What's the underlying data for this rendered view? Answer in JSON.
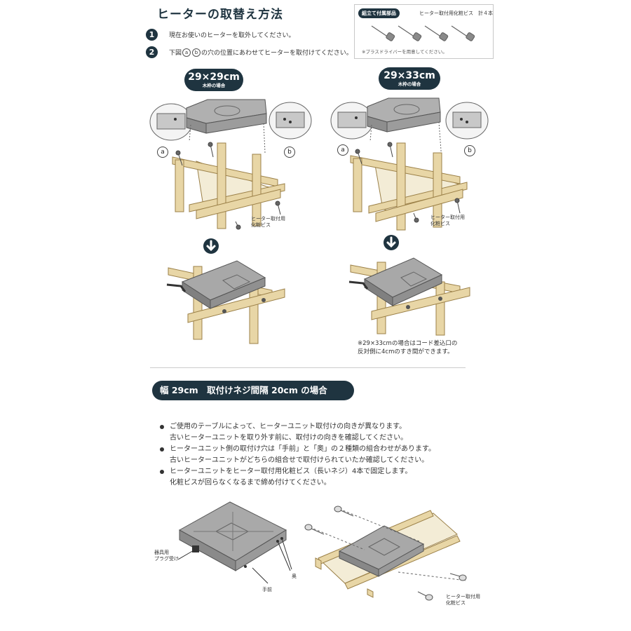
{
  "header": {
    "title": "ヒーターの取替え方法",
    "steps": [
      {
        "num": "1",
        "text": "現在お使いのヒーターを取外してください。"
      },
      {
        "num": "2",
        "text_before": "下図",
        "text_a": "a",
        "text_b": "b",
        "text_after": "の穴の位置にあわせてヒーターを取付けてください。"
      }
    ]
  },
  "parts_box": {
    "tag": "組立て付属部品",
    "name": "ヒーター取付用化粧ビス　計４本",
    "note": "※プラスドライバーを用意してください。"
  },
  "left_panel": {
    "size": "29×29cm",
    "sub": "木枠の場合",
    "tag_a": "a",
    "tag_b": "b",
    "screw_label_1": "ヒーター取付用",
    "screw_label_2": "化粧ビス"
  },
  "right_panel": {
    "size": "29×33cm",
    "sub": "木枠の場合",
    "tag_a": "a",
    "tag_b": "b",
    "screw_label_1": "ヒーター取付用",
    "screw_label_2": "化粧ビス",
    "note_1": "※29×33cmの場合はコード差込口の",
    "note_2": "反対側に4cmのすき間ができます。"
  },
  "section": {
    "title": "幅 29cm　取付けネジ間隔 20cm の場合",
    "bullets": [
      {
        "line1": "ご使用のテーブルによって、ヒーターユニット取付けの向きが異なります。",
        "line2": "古いヒーターユニットを取り外す前に、取付けの向きを確認してください。"
      },
      {
        "line1": "ヒーターユニット側の取付け穴は「手前」と「奥」の２種類の組合わせがあります。",
        "line2": "古いヒーターユニットがどちらの組合せで取付けられていたか確認してください。"
      },
      {
        "line1": "ヒーターユニットをヒーター取付用化粧ビス（長いネジ）4本で固定します。",
        "line2": "化粧ビスが回らなくなるまで締め付けてください。"
      }
    ]
  },
  "bottom_left": {
    "plug_label_1": "器具用",
    "plug_label_2": "プラグ受け",
    "front_label": "手前",
    "back_label": "奥"
  },
  "bottom_right": {
    "screw_label_1": "ヒーター取付用",
    "screw_label_2": "化粧ビス"
  },
  "colors": {
    "navy": "#1f3440",
    "wood": "#e8d6a6",
    "wood_edge": "#9b8048",
    "heater": "#a8a8a8",
    "inner": "#f3ecd6"
  }
}
